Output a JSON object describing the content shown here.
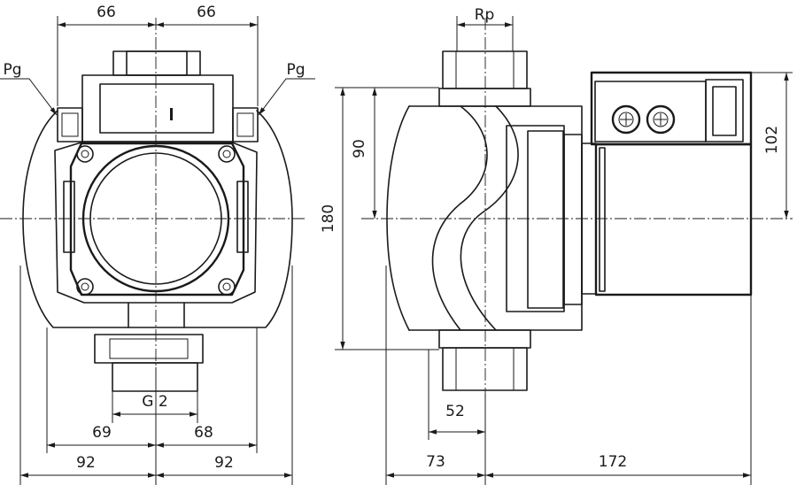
{
  "dimensions": {
    "front_top_left": "66",
    "front_top_right": "66",
    "port_left": "Pg",
    "port_right": "Pg",
    "thread_bottom": "G 2",
    "front_half_left": "69",
    "front_half_right": "68",
    "front_width_left": "92",
    "front_width_right": "92",
    "side_thread_top": "Rp",
    "side_height_total": "180",
    "side_height_half": "90",
    "side_terminal_height": "102",
    "side_flange_depth": "52",
    "side_left_depth": "73",
    "side_motor_length": "172"
  }
}
